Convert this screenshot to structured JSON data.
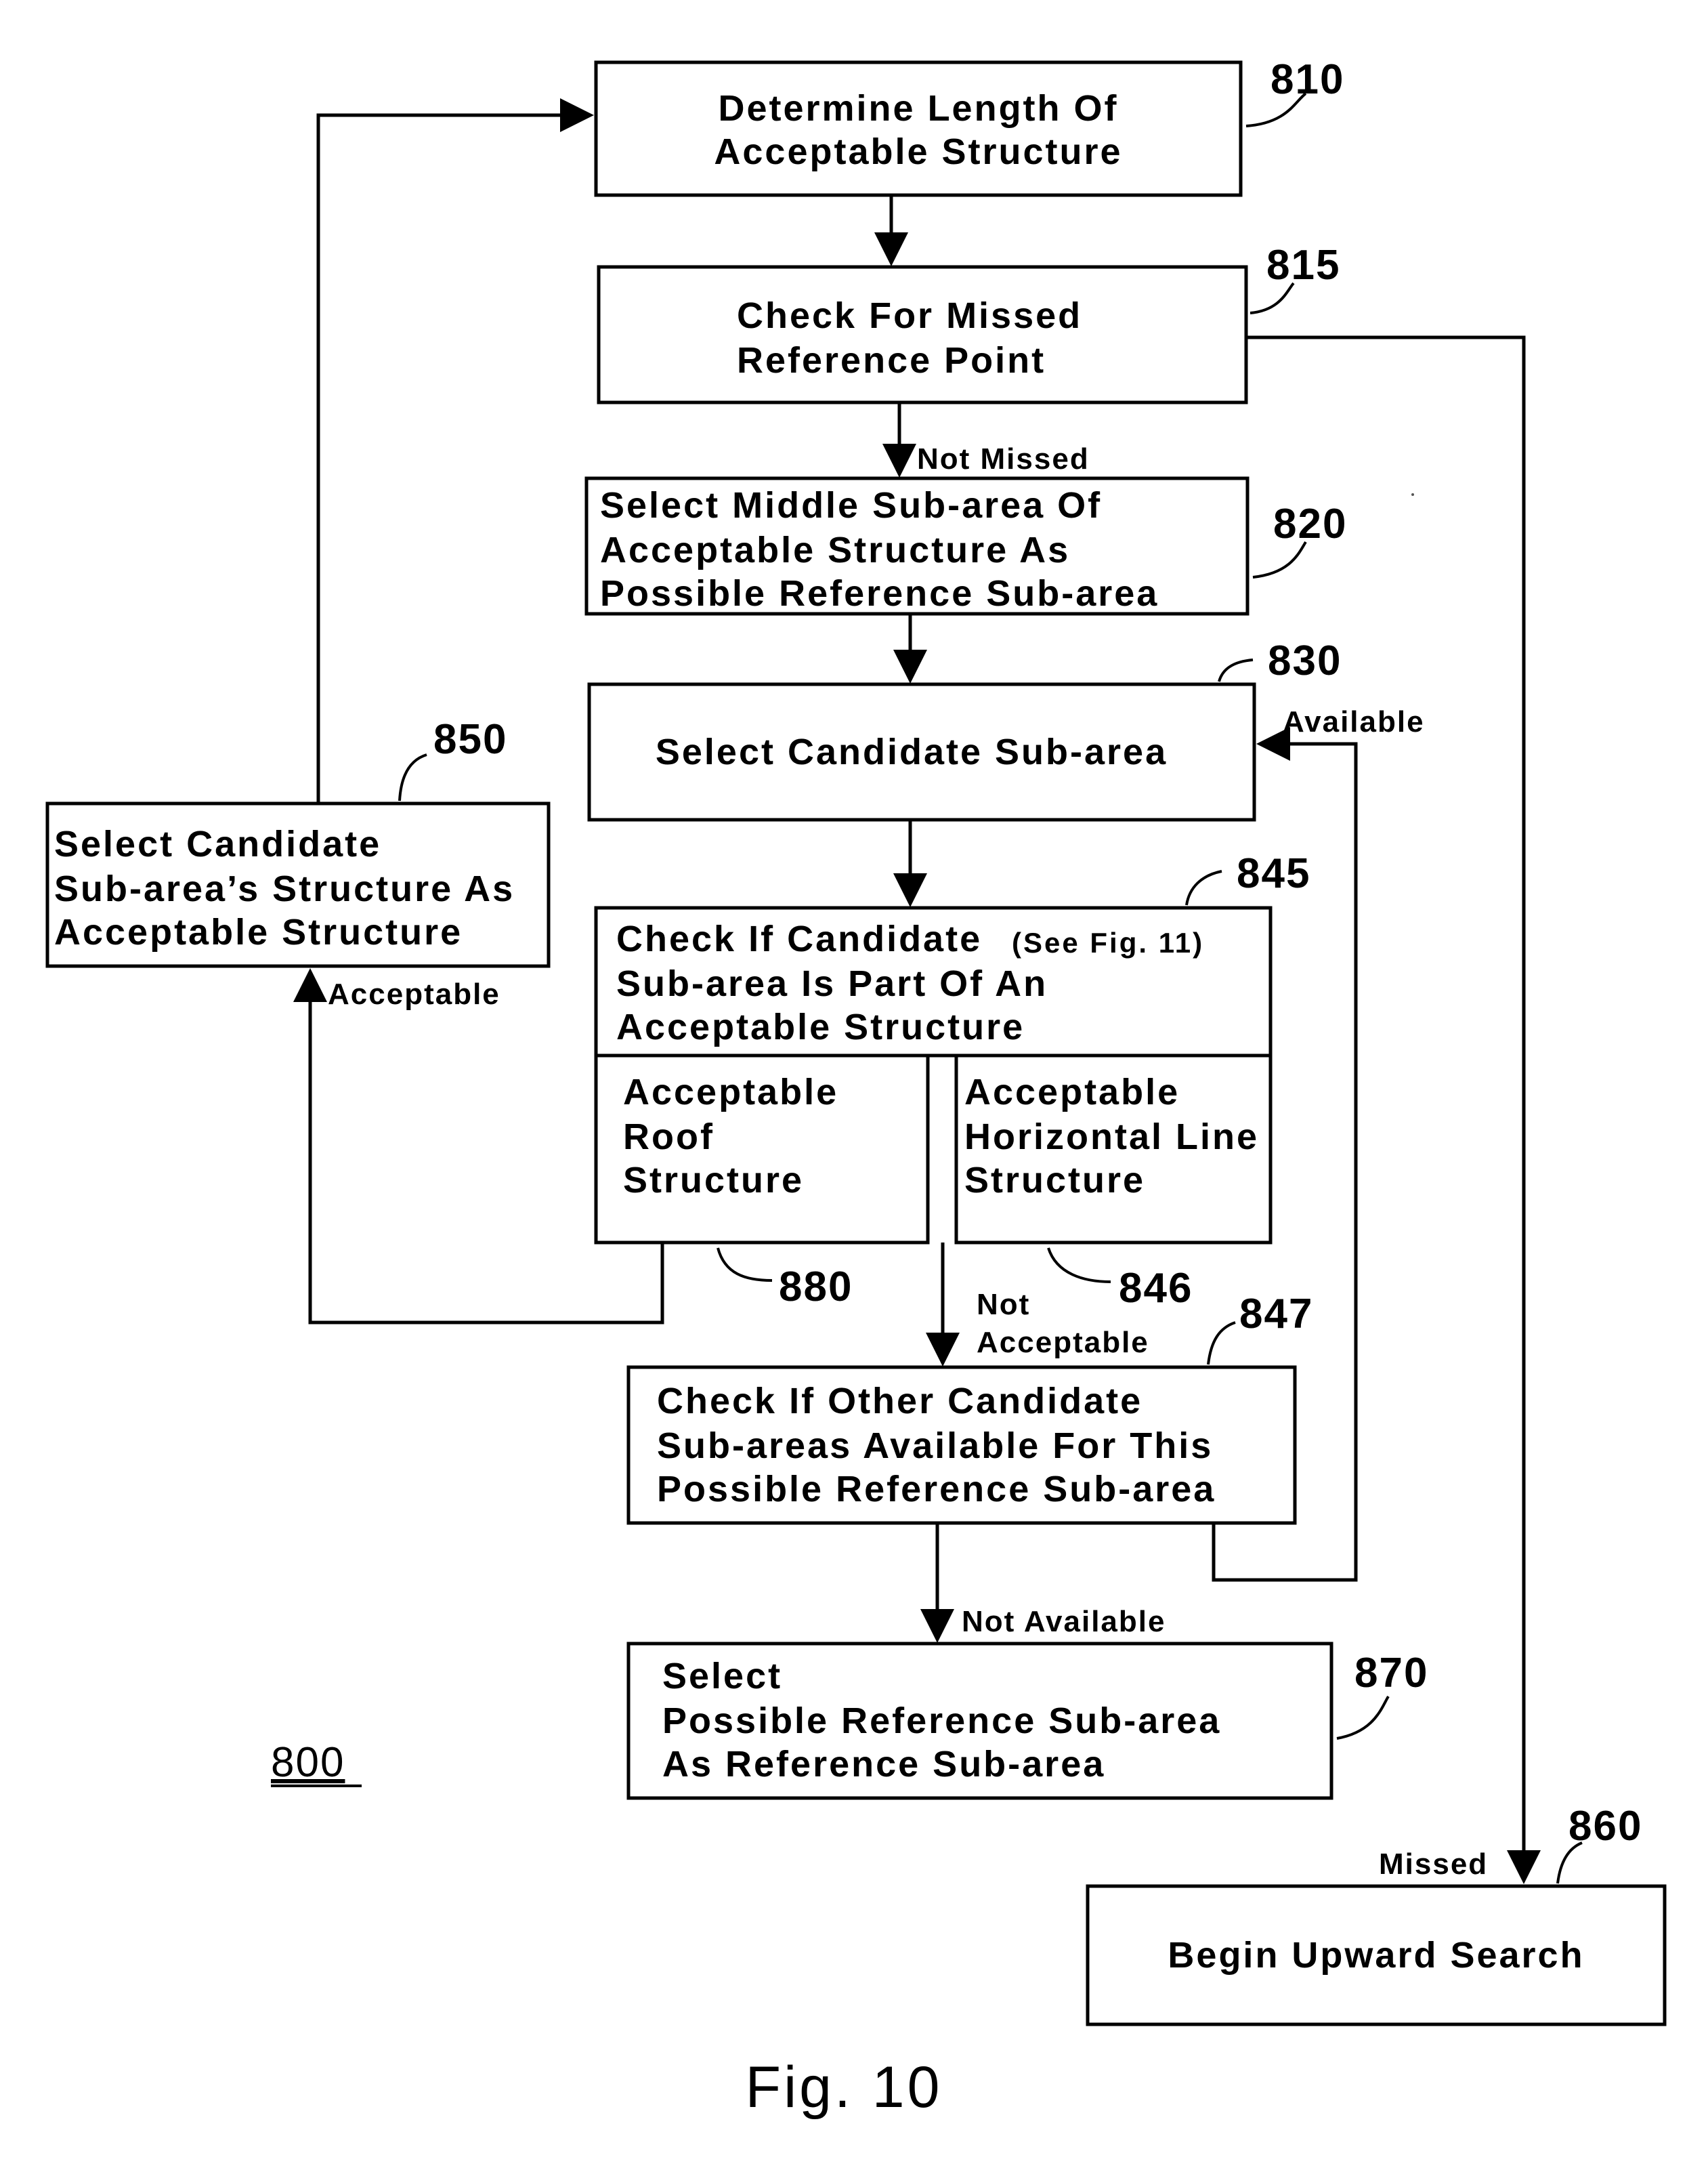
{
  "figure_label": "Fig. 10",
  "diagram_number": "800",
  "nodes": {
    "n810": {
      "ref": "810",
      "lines": [
        "Determine Length Of",
        "Acceptable Structure"
      ]
    },
    "n815": {
      "ref": "815",
      "lines": [
        "Check For Missed",
        "Reference Point"
      ]
    },
    "n820": {
      "ref": "820",
      "lines": [
        "Select Middle Sub-area Of",
        "Acceptable Structure As",
        "Possible Reference Sub-area"
      ]
    },
    "n830": {
      "ref": "830",
      "lines": [
        "Select Candidate Sub-area"
      ]
    },
    "n845": {
      "ref": "845",
      "lines": [
        "Check If Candidate",
        "Sub-area Is Part Of An",
        "Acceptable Structure"
      ],
      "note": "(See Fig. 11)"
    },
    "n880": {
      "ref": "880",
      "lines": [
        "Acceptable",
        "Roof",
        "Structure"
      ]
    },
    "n846": {
      "ref": "846",
      "lines": [
        "Acceptable",
        "Horizontal Line",
        "Structure"
      ]
    },
    "n847": {
      "ref": "847",
      "lines": [
        "Check If Other Candidate",
        "Sub-areas Available For This",
        "Possible Reference Sub-area"
      ]
    },
    "n850": {
      "ref": "850",
      "lines": [
        "Select Candidate",
        "Sub-area’s Structure As",
        "Acceptable Structure"
      ]
    },
    "n870": {
      "ref": "870",
      "lines": [
        "Select",
        "Possible Reference Sub-area",
        "As Reference Sub-area"
      ]
    },
    "n860": {
      "ref": "860",
      "lines": [
        "Begin Upward Search"
      ]
    }
  },
  "edges": {
    "not_missed": "Not Missed",
    "available": "Available",
    "acceptable": "Acceptable",
    "not_acceptable_1": "Not",
    "not_acceptable_2": "Acceptable",
    "not_available": "Not Available",
    "missed": "Missed"
  }
}
